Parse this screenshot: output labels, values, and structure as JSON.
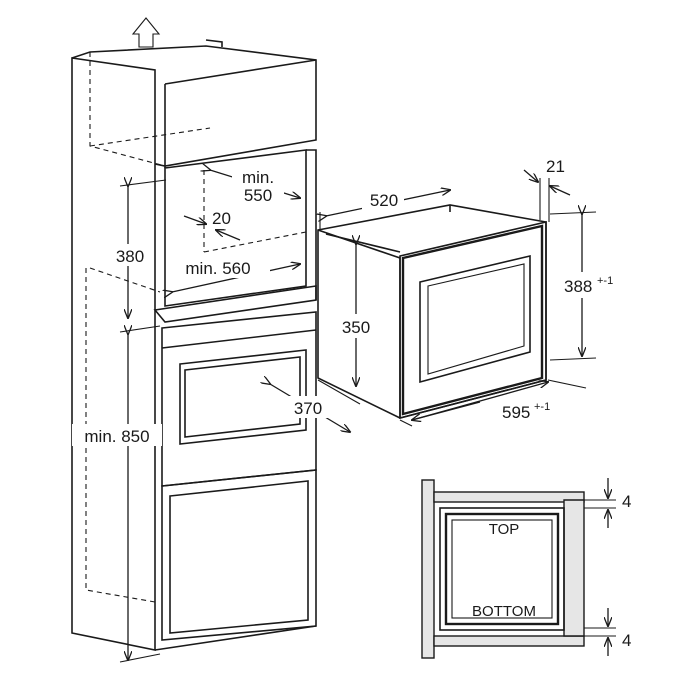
{
  "dimensions": {
    "niche_height": "380",
    "niche_width": "min. 560",
    "niche_depth": "min.\n550",
    "offset_20": "20",
    "floor_height": "min. 850",
    "oven_width": "520",
    "oven_height": "350",
    "oven_depth": "370",
    "front_depth": "21",
    "front_height": "388",
    "front_height_tol": "+-1",
    "front_width": "595",
    "front_width_tol": "+-1",
    "gap_top": "4",
    "gap_bottom": "4"
  },
  "labels": {
    "top": "TOP",
    "bottom": "BOTTOM"
  }
}
